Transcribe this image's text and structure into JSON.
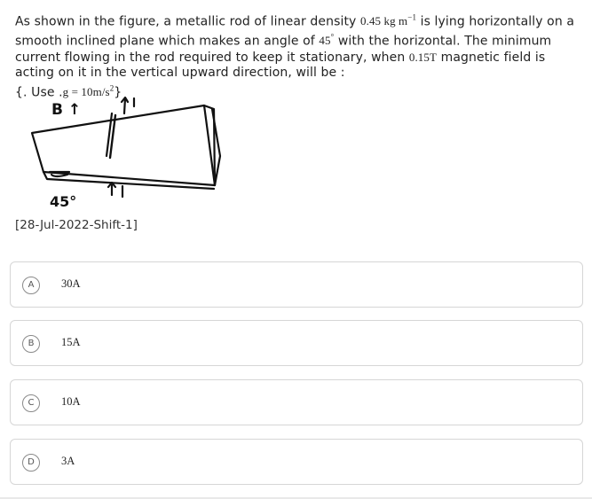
{
  "question": {
    "text_a": "As shown in the figure, a metallic rod of linear density ",
    "linear_density": "0.45 kg m",
    "linear_density_exp": "−1",
    "text_b": " is lying horizontally on a smooth inclined plane which makes an angle of ",
    "angle": "45",
    "angle_deg": "°",
    "text_c": " with the horizontal. The minimum current flowing in the rod required to keep it stationary, when ",
    "field": "0.15T",
    "text_d": " magnetic field is acting on it in the vertical upward direction, will be :",
    "hint_open": "{. Use .",
    "hint_expr": "g = 10m/s",
    "hint_exp": "2",
    "hint_close": "}"
  },
  "figure": {
    "field_label": "B",
    "field_arrow": "↑",
    "angle_label": "45°"
  },
  "source_tag": "[28-Jul-2022-Shift-1]",
  "options": [
    {
      "letter": "A",
      "text": "30A"
    },
    {
      "letter": "B",
      "text": "15A"
    },
    {
      "letter": "C",
      "text": "10A"
    },
    {
      "letter": "D",
      "text": "3A"
    }
  ]
}
